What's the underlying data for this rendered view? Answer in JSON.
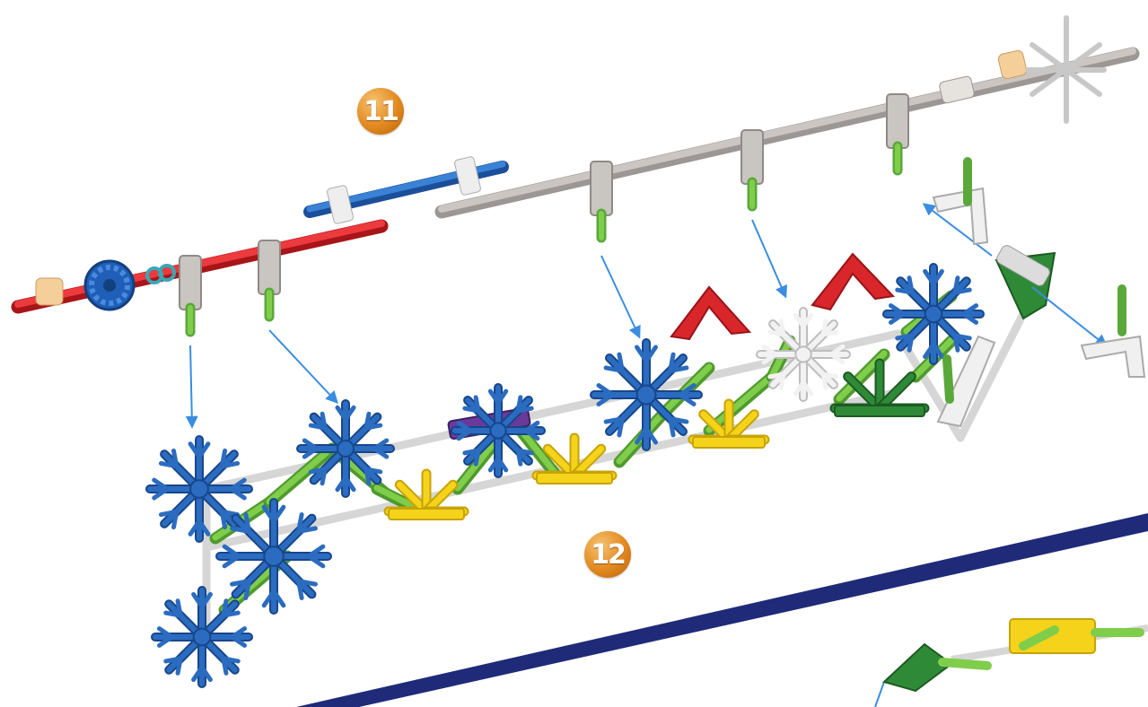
{
  "steps": [
    {
      "label": "11"
    },
    {
      "label": "12"
    }
  ],
  "colors": {
    "axle_gray": "#b9b4b0",
    "rod_red": "#e0262b",
    "rod_blue": "#2a6fc4",
    "connector_blue": "#2b6cc0",
    "connector_yellow": "#f5d31a",
    "connector_green": "#2f8a38",
    "connector_red": "#d9262a",
    "connector_white": "#f2f2f2",
    "connector_purple": "#6a3a9a",
    "rod_light_green": "#7fcd4a",
    "rod_white": "#f4f4f4",
    "clip_tan": "#f5cf9a",
    "arrow_blue": "#3a8de0",
    "divider_navy": "#1f2a78"
  },
  "icons": [
    "snowflake-connector",
    "half-connector",
    "gear",
    "clip",
    "spacer",
    "arrow"
  ]
}
